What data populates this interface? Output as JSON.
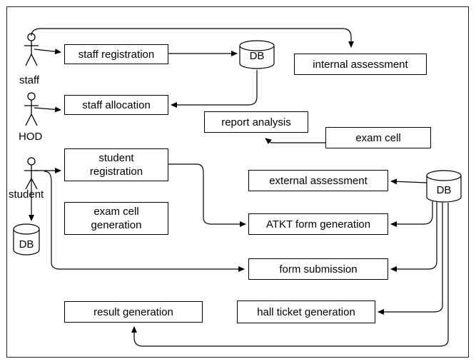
{
  "actors": {
    "staff": "staff",
    "hod": "HOD",
    "student": "student"
  },
  "boxes": {
    "staff_registration": "staff registration",
    "staff_allocation": "staff allocation",
    "internal_assessment": "internal assessment",
    "report_analysis": "report analysis",
    "exam_cell": "exam cell",
    "student_registration": "student\nregistration",
    "exam_cell_generation": "exam cell\ngeneration",
    "external_assessment": "external assessment",
    "atkt_form_generation": "ATKT form generation",
    "form_submission": "form submission",
    "result_generation": "result generation",
    "hall_ticket_generation": "hall ticket generation"
  },
  "databases": {
    "db_top": "DB",
    "db_right": "DB",
    "db_left": "DB"
  }
}
